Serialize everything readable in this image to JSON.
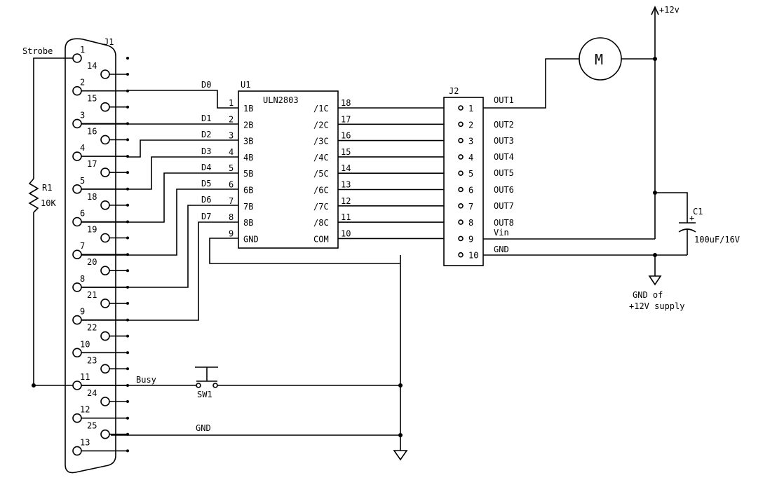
{
  "connector_j1": {
    "ref": "J1",
    "pins_left": [
      "1",
      "2",
      "3",
      "4",
      "5",
      "6",
      "7",
      "8",
      "9",
      "10",
      "11",
      "12",
      "13"
    ],
    "pins_right": [
      "14",
      "15",
      "16",
      "17",
      "18",
      "19",
      "20",
      "21",
      "22",
      "23",
      "24",
      "25"
    ]
  },
  "ic_u1": {
    "ref": "U1",
    "part": "ULN2803",
    "left_pins": [
      {
        "num": "1",
        "name": "1B"
      },
      {
        "num": "2",
        "name": "2B"
      },
      {
        "num": "3",
        "name": "3B"
      },
      {
        "num": "4",
        "name": "4B"
      },
      {
        "num": "5",
        "name": "5B"
      },
      {
        "num": "6",
        "name": "6B"
      },
      {
        "num": "7",
        "name": "7B"
      },
      {
        "num": "8",
        "name": "8B"
      },
      {
        "num": "9",
        "name": "GND"
      }
    ],
    "right_pins": [
      {
        "num": "18",
        "name": "/1C"
      },
      {
        "num": "17",
        "name": "/2C"
      },
      {
        "num": "16",
        "name": "/3C"
      },
      {
        "num": "15",
        "name": "/4C"
      },
      {
        "num": "14",
        "name": "/5C"
      },
      {
        "num": "13",
        "name": "/6C"
      },
      {
        "num": "12",
        "name": "/7C"
      },
      {
        "num": "11",
        "name": "/8C"
      },
      {
        "num": "10",
        "name": "COM"
      }
    ]
  },
  "data_lines": [
    "D0",
    "D1",
    "D2",
    "D3",
    "D4",
    "D5",
    "D6",
    "D7"
  ],
  "connector_j2": {
    "ref": "J2",
    "pins": [
      "1",
      "2",
      "3",
      "4",
      "5",
      "6",
      "7",
      "8",
      "9",
      "10"
    ],
    "labels": [
      "OUT1",
      "OUT2",
      "OUT3",
      "OUT4",
      "OUT5",
      "OUT6",
      "OUT7",
      "OUT8",
      "Vin",
      "GND"
    ]
  },
  "signals": {
    "strobe": "Strobe",
    "busy": "Busy",
    "gnd": "GND"
  },
  "resistor": {
    "ref": "R1",
    "value": "10K"
  },
  "switch": {
    "ref": "SW1"
  },
  "capacitor": {
    "ref": "C1",
    "value": "100uF/16V",
    "plus": "+"
  },
  "motor": {
    "symbol": "M"
  },
  "power": {
    "vcc": "+12v",
    "gnd_line1": "GND of",
    "gnd_line2": "+12V supply"
  }
}
